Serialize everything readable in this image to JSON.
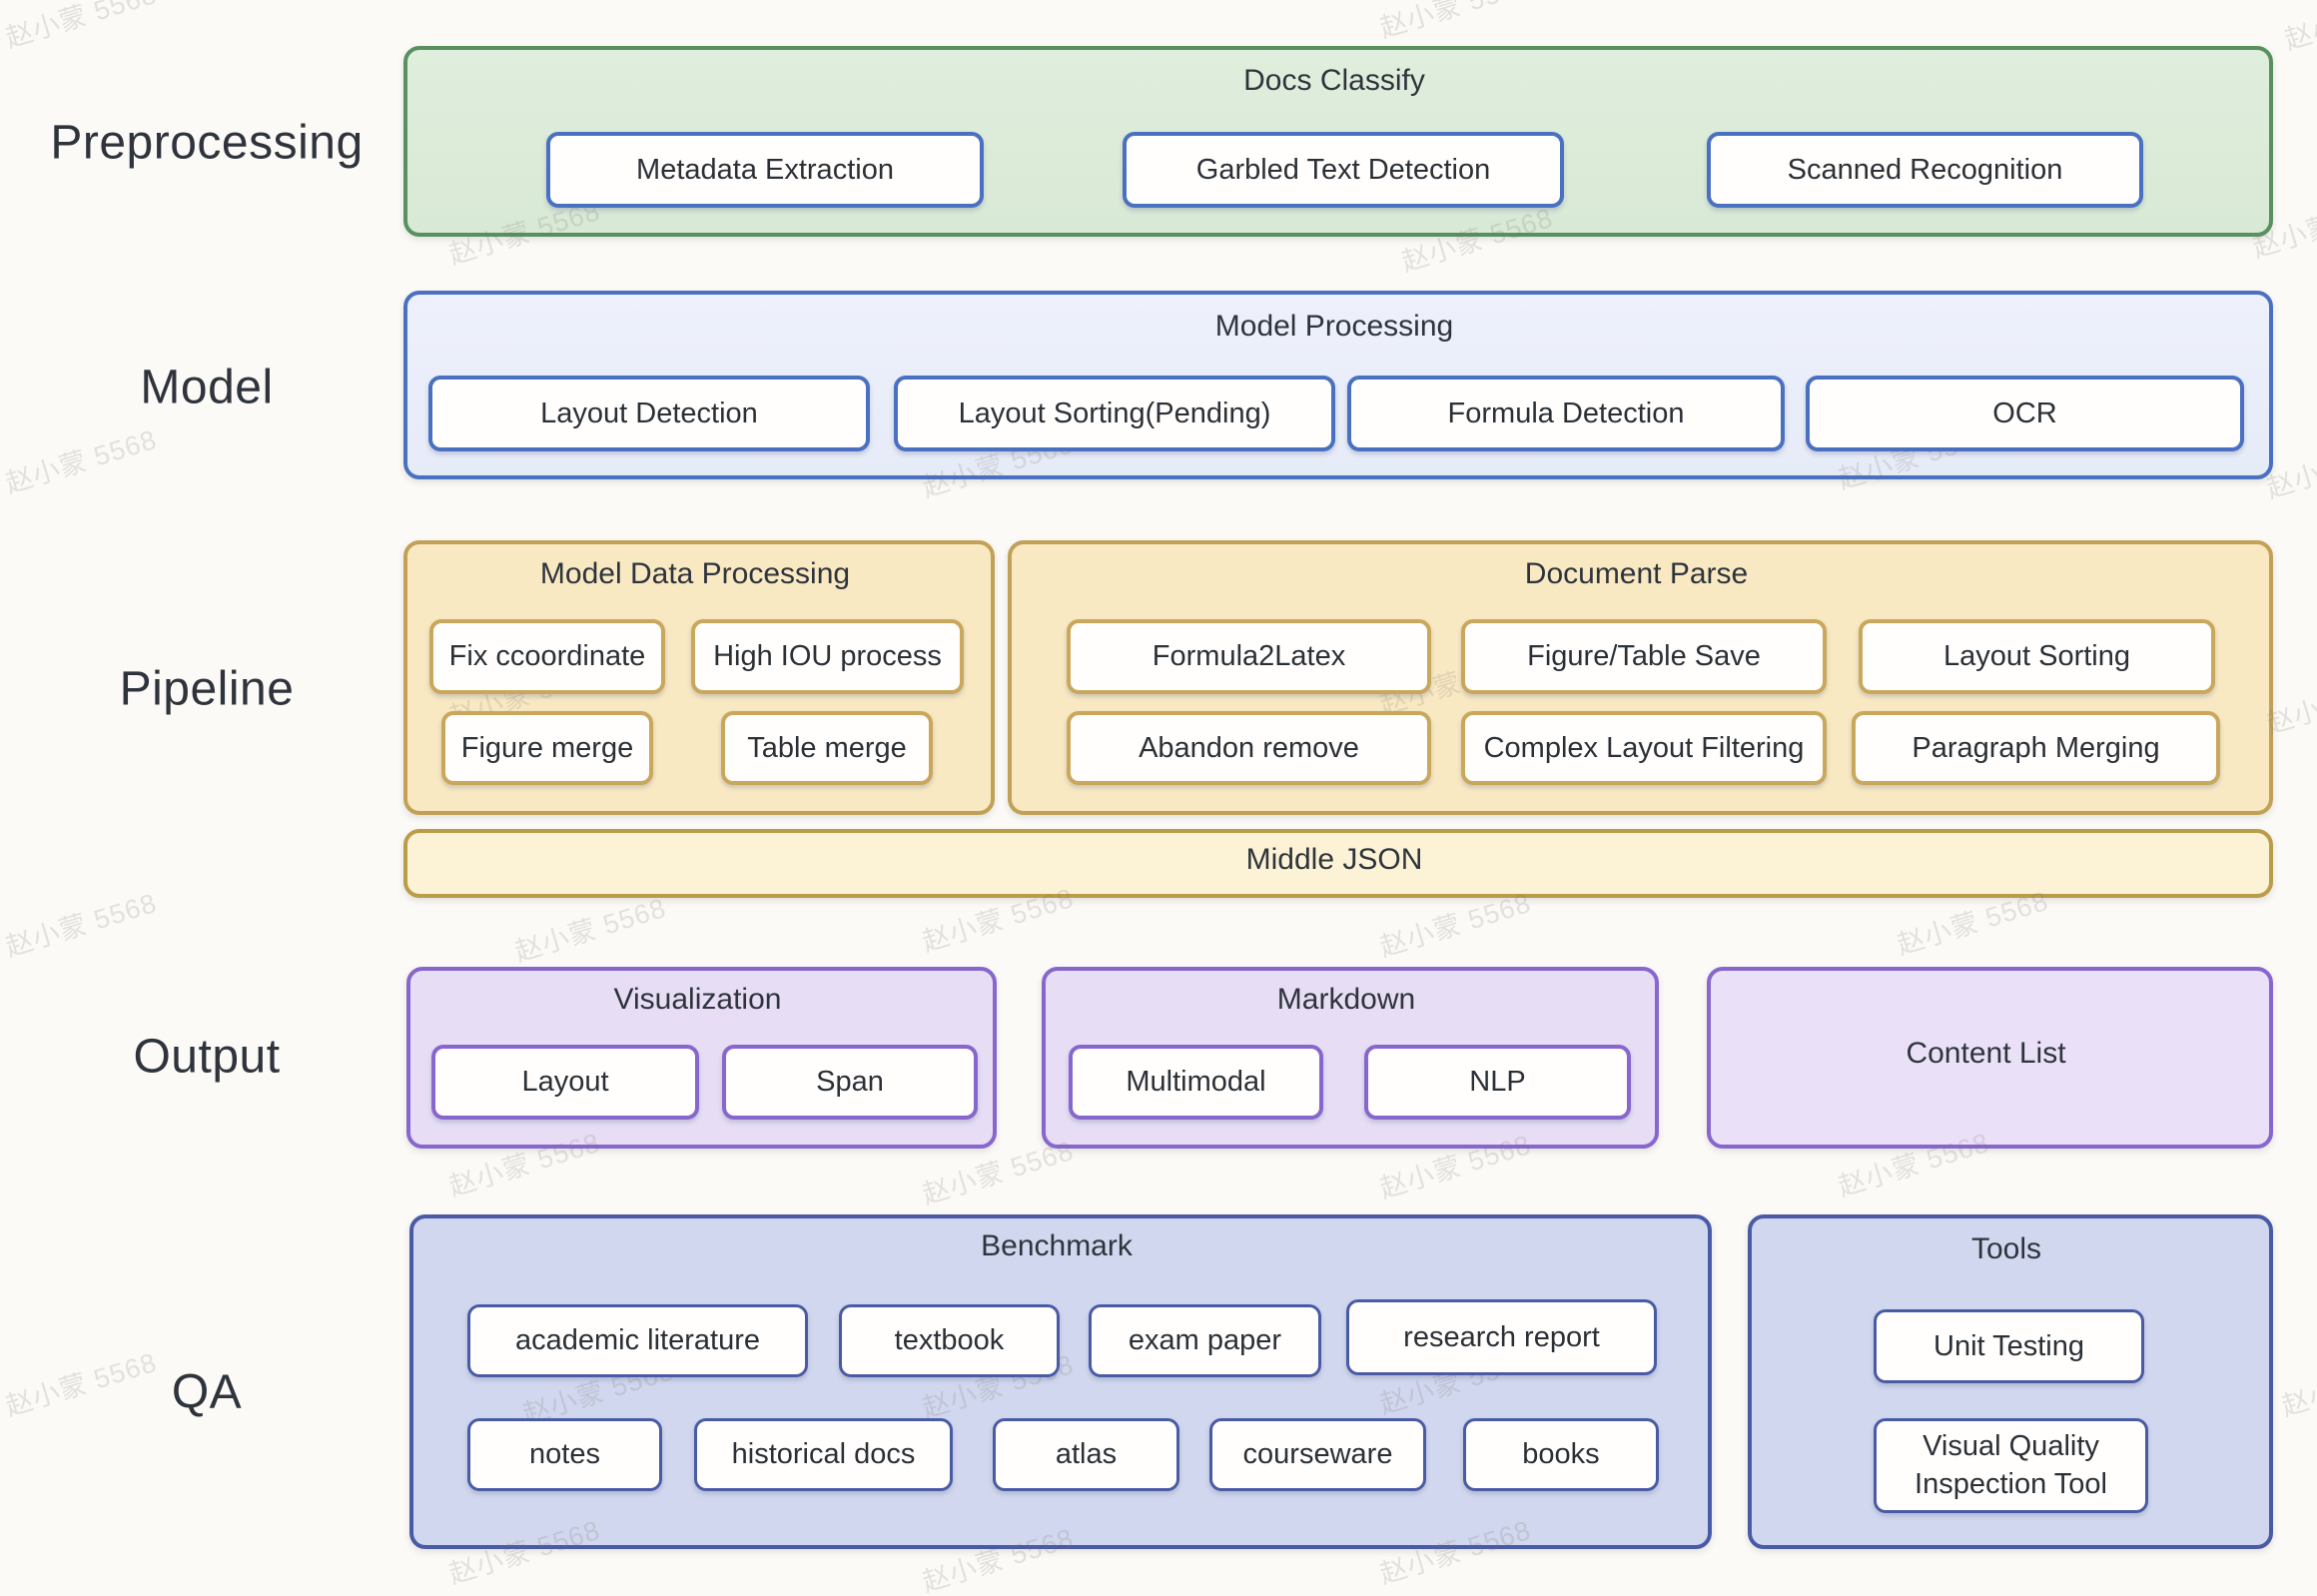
{
  "watermark": {
    "text": "赵小蒙 5568"
  },
  "colors": {
    "background": "#fbfaf7",
    "green_fill": "#dcebd8",
    "green_border": "#579160",
    "blue_fill": "#eaeefa",
    "blue_border": "#4a70c2",
    "yellow_fill": "#f9e9c3",
    "yellow_border": "#c2a157",
    "middle_json_fill": "#fcf3d6",
    "purple_fill": "#e7def6",
    "purple_border": "#8767cd",
    "qa_fill": "#d1d7ee",
    "qa_border": "#4a5ba6",
    "text": "#2f343c"
  },
  "rows": {
    "preprocessing": {
      "label": "Preprocessing"
    },
    "model": {
      "label": "Model"
    },
    "pipeline": {
      "label": "Pipeline"
    },
    "output": {
      "label": "Output"
    },
    "qa": {
      "label": "QA"
    }
  },
  "preprocessing": {
    "title": "Docs Classify",
    "items": {
      "metadata_extraction": "Metadata Extraction",
      "garbled_text_detection": "Garbled Text Detection",
      "scanned_recognition": "Scanned Recognition"
    }
  },
  "model": {
    "title": "Model Processing",
    "items": {
      "layout_detection": "Layout Detection",
      "layout_sorting_pending": "Layout Sorting(Pending)",
      "formula_detection": "Formula Detection",
      "ocr": "OCR"
    }
  },
  "pipeline": {
    "model_data_processing": {
      "title": "Model Data Processing",
      "items": {
        "fix_coordinate": "Fix ccoordinate",
        "high_iou_process": "High IOU process",
        "figure_merge": "Figure merge",
        "table_merge": "Table merge"
      }
    },
    "document_parse": {
      "title": "Document Parse",
      "items": {
        "formula2latex": "Formula2Latex",
        "figure_table_save": "Figure/Table Save",
        "layout_sorting": "Layout Sorting",
        "abandon_remove": "Abandon remove",
        "complex_layout_filtering": "Complex Layout Filtering",
        "paragraph_merging": "Paragraph Merging"
      }
    },
    "middle_json": "Middle JSON"
  },
  "output": {
    "visualization": {
      "title": "Visualization",
      "items": {
        "layout": "Layout",
        "span": "Span"
      }
    },
    "markdown": {
      "title": "Markdown",
      "items": {
        "multimodal": "Multimodal",
        "nlp": "NLP"
      }
    },
    "content_list": "Content List"
  },
  "qa": {
    "benchmark": {
      "title": "Benchmark",
      "items": {
        "academic_literature": "academic literature",
        "textbook": "textbook",
        "exam_paper": "exam paper",
        "research_report": "research report",
        "notes": "notes",
        "historical_docs": "historical docs",
        "atlas": "atlas",
        "courseware": "courseware",
        "books": "books"
      }
    },
    "tools": {
      "title": "Tools",
      "items": {
        "unit_testing": "Unit Testing",
        "visual_quality_inspection_tool": "Visual Quality Inspection Tool"
      }
    }
  }
}
